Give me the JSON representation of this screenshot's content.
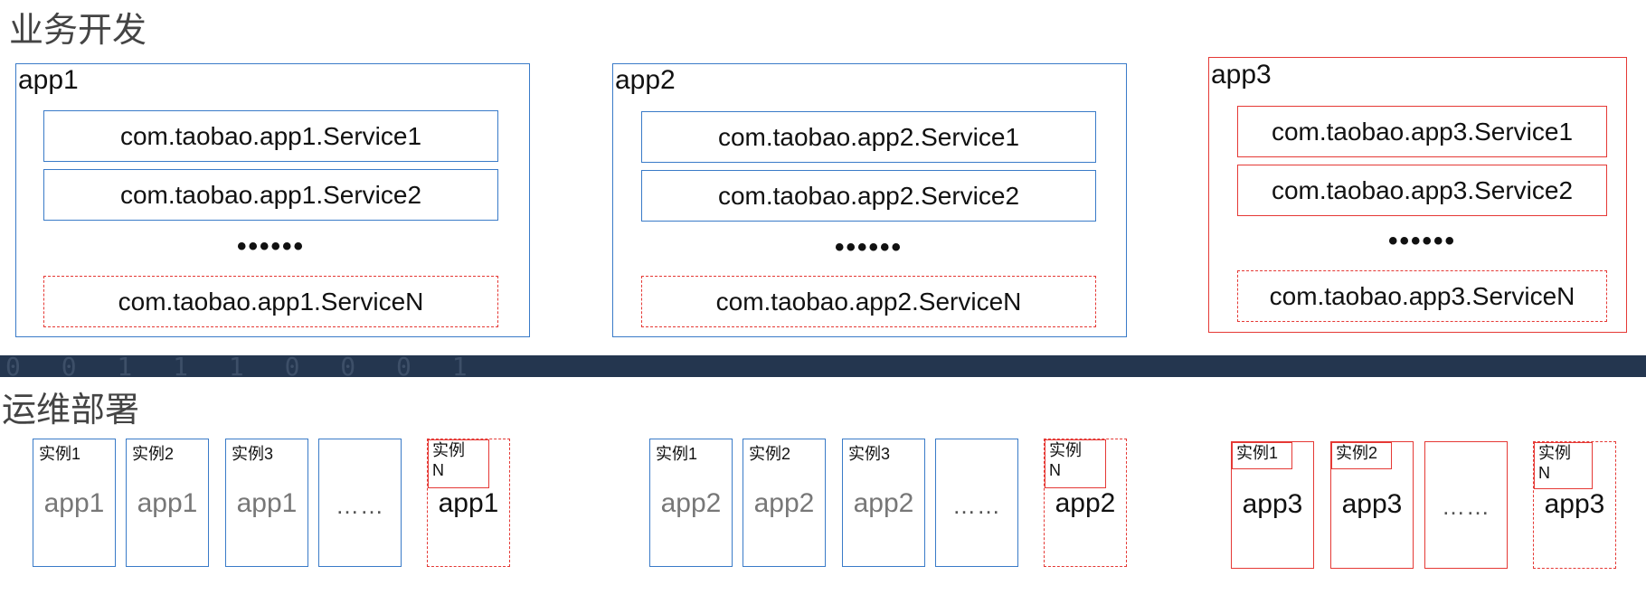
{
  "sections": {
    "dev_title": "业务开发",
    "ops_title": "运维部署"
  },
  "divider_text": "0 0 1 1 1 0 0 0 1",
  "colors": {
    "blue": "#3a7bc8",
    "red": "#e53935",
    "divider": "#24364f"
  },
  "apps": [
    {
      "title": "app1",
      "services": [
        "com.taobao.app1.Service1",
        "com.taobao.app1.Service2"
      ],
      "ellipsis": "••••••",
      "last_service": "com.taobao.app1.ServiceN"
    },
    {
      "title": "app2",
      "services": [
        "com.taobao.app2.Service1",
        "com.taobao.app2.Service2"
      ],
      "ellipsis": "••••••",
      "last_service": "com.taobao.app2.ServiceN"
    },
    {
      "title": "app3",
      "services": [
        "com.taobao.app3.Service1",
        "com.taobao.app3.Service2"
      ],
      "ellipsis": "••••••",
      "last_service": "com.taobao.app3.ServiceN"
    }
  ],
  "deploy": [
    {
      "instances": [
        {
          "label": "实例1",
          "app": "app1"
        },
        {
          "label": "实例2",
          "app": "app1"
        },
        {
          "label": "实例3",
          "app": "app1"
        }
      ],
      "ellipsis": "……",
      "last": {
        "label": "实例\nN",
        "app": "app1"
      }
    },
    {
      "instances": [
        {
          "label": "实例1",
          "app": "app2"
        },
        {
          "label": "实例2",
          "app": "app2"
        },
        {
          "label": "实例3",
          "app": "app2"
        }
      ],
      "ellipsis": "……",
      "last": {
        "label": "实例\nN",
        "app": "app2"
      }
    },
    {
      "instances": [
        {
          "label": "实例1",
          "app": "app3"
        },
        {
          "label": "实例2",
          "app": "app3"
        }
      ],
      "ellipsis": "……",
      "last": {
        "label": "实例\nN",
        "app": "app3"
      }
    }
  ]
}
